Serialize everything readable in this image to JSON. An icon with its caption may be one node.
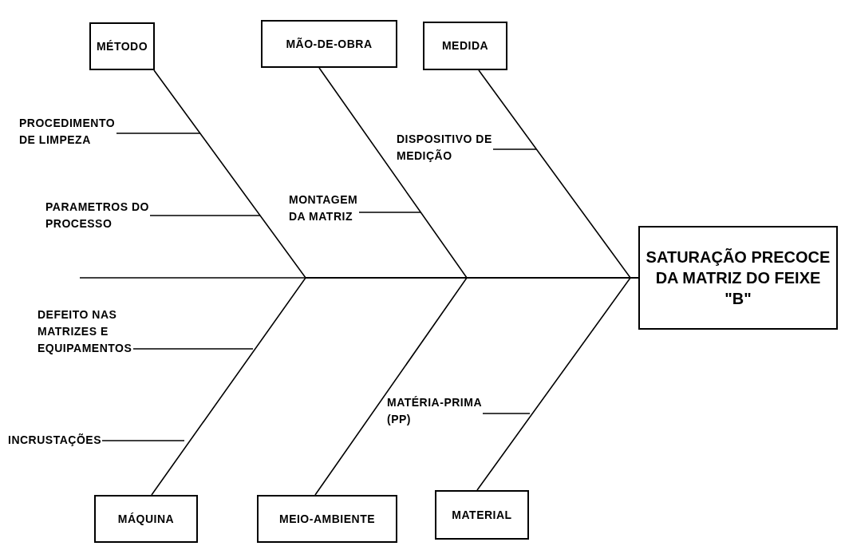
{
  "diagram": {
    "nodes": [
      {
        "text": [
          "MÉTODO"
        ]
      },
      {
        "text": [
          "MÃO-DE-OBRA"
        ]
      },
      {
        "text": [
          "MEDIDA"
        ]
      },
      {
        "text": [
          "SATURAÇÃO PRECOCE DA MATRIZ DO FEIXE \"B\""
        ]
      },
      {
        "text": [
          "MÁQUINA"
        ]
      },
      {
        "text": [
          "MEIO-AMBIENTE"
        ]
      },
      {
        "text": [
          "MATERIAL"
        ]
      },
      {
        "text": [
          "PROCEDIMENTO DE LIMPEZA"
        ]
      },
      {
        "text": [
          "DISPOSITIVO DE MEDIÇÃO"
        ]
      },
      {
        "text": [
          "PARAMETROS DO PROCESSO"
        ]
      },
      {
        "text": [
          "MONTAGEM DA MATRIZ"
        ]
      },
      {
        "text": [
          "DEFEITO NAS MATRIZES E EQUIPAMENTOS"
        ]
      },
      {
        "text": [
          "MATÉRIA-PRIMA (PP)"
        ]
      },
      {
        "text": [
          "INCRUSTAÇÕES"
        ]
      }
    ],
    "edges": [
      {
        "from": 0,
        "to": 3,
        "arrow": "none"
      },
      {
        "from": 1,
        "to": 3,
        "arrow": "none"
      },
      {
        "from": 2,
        "to": 3,
        "arrow": "none"
      },
      {
        "from": 4,
        "to": 3,
        "arrow": "none"
      },
      {
        "from": 5,
        "to": 3,
        "arrow": "none"
      },
      {
        "from": 6,
        "to": 3,
        "arrow": "none"
      },
      {
        "from": null,
        "to": 3,
        "arrow": "none"
      },
      {
        "from": 7,
        "to": null,
        "arrow": "none"
      },
      {
        "from": 8,
        "to": null,
        "arrow": "none"
      },
      {
        "from": 9,
        "to": null,
        "arrow": "none"
      },
      {
        "from": 10,
        "to": null,
        "arrow": "none"
      },
      {
        "from": 11,
        "to": null,
        "arrow": "none"
      },
      {
        "from": 12,
        "to": null,
        "arrow": "none"
      },
      {
        "from": 13,
        "to": null,
        "arrow": "none"
      }
    ]
  }
}
